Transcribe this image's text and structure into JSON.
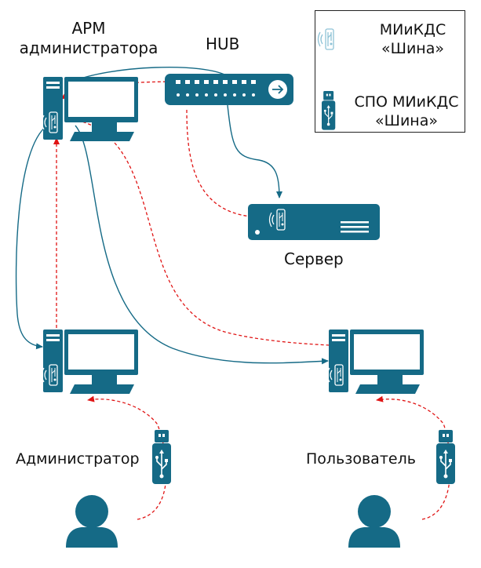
{
  "nodes": {
    "arm": "АРМ\nадминистратора",
    "hub": "HUB",
    "server": "Сервер",
    "administrator": "Администратор",
    "user": "Пользователь"
  },
  "legend": {
    "items": [
      {
        "label": "МИиКДС\n«Шина»",
        "icon": "tire-module-icon"
      },
      {
        "label": "СПО МИиКДС\n«Шина»",
        "icon": "usb-token-icon"
      }
    ]
  },
  "colors": {
    "device": "#156a86",
    "device_light": "#8ec2d6",
    "link": "#156a86",
    "control_link": "#e01414",
    "person": "#156a86"
  }
}
